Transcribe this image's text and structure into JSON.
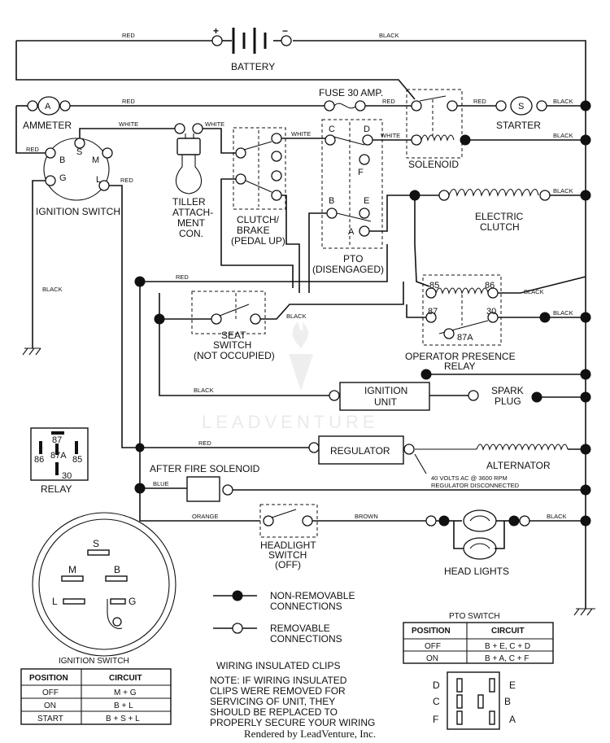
{
  "labels": {
    "battery": "BATTERY",
    "plus": "+",
    "minus": "−",
    "ammeter": "AMMETER",
    "ammeter_sym": "A",
    "fuse": "FUSE 30 AMP.",
    "solenoid": "SOLENOID",
    "starter": "STARTER",
    "starter_sym": "S",
    "ignition_switch": "IGNITION SWITCH",
    "tiller_1": "TILLER",
    "tiller_2": "ATTACH-",
    "tiller_3": "MENT",
    "tiller_4": "CON.",
    "clutch_1": "CLUTCH/",
    "clutch_2": "BRAKE",
    "clutch_3": "(PEDAL UP)",
    "pto_1": "PTO",
    "pto_2": "(DISENGAGED)",
    "electric_clutch_1": "ELECTRIC",
    "electric_clutch_2": "CLUTCH",
    "seat_1": "SEAT",
    "seat_2": "SWITCH",
    "seat_3": "(NOT OCCUPIED)",
    "opr_1": "OPERATOR PRESENCE",
    "opr_2": "RELAY",
    "ignition_unit_1": "IGNITION",
    "ignition_unit_2": "UNIT",
    "spark_1": "SPARK",
    "spark_2": "PLUG",
    "regulator": "REGULATOR",
    "alternator": "ALTERNATOR",
    "alt_note_1": "40 VOLTS AC @ 3600 RPM",
    "alt_note_2": "REGULATOR DISCONNECTED",
    "after_fire": "AFTER FIRE SOLENOID",
    "headlight_1": "HEADLIGHT",
    "headlight_2": "SWITCH",
    "headlight_3": "(OFF)",
    "head_lights": "HEAD LIGHTS",
    "relay": "RELAY",
    "non_removable_1": "NON-REMOVABLE",
    "non_removable_2": "CONNECTIONS",
    "removable_1": "REMOVABLE",
    "removable_2": "CONNECTIONS",
    "wiring_clips": "WIRING INSULATED CLIPS",
    "note_1": "NOTE: IF WIRING INSULATED",
    "note_2": "CLIPS WERE REMOVED FOR",
    "note_3": "SERVICING OF UNIT, THEY",
    "note_4": "SHOULD BE REPLACED TO",
    "note_5": "PROPERLY SECURE YOUR WIRING",
    "footer": "Rendered by LeadVenture, Inc.",
    "watermark": "LEADVENTURE"
  },
  "wire_colors": {
    "red": "RED",
    "black": "BLACK",
    "white": "WHITE",
    "blue": "BLUE",
    "orange": "ORANGE",
    "brown": "BROWN"
  },
  "terminals": {
    "S": "S",
    "M": "M",
    "B": "B",
    "G": "G",
    "L": "L",
    "C": "C",
    "D": "D",
    "F": "F",
    "E": "E",
    "A": "A",
    "r85": "85",
    "r86": "86",
    "r87": "87",
    "r30": "30",
    "r87A": "87A"
  },
  "ignition_table": {
    "title": "IGNITION SWITCH",
    "headers": [
      "POSITION",
      "CIRCUIT"
    ],
    "rows": [
      [
        "OFF",
        "M + G"
      ],
      [
        "ON",
        "B + L"
      ],
      [
        "START",
        "B + S + L"
      ]
    ]
  },
  "pto_table": {
    "title": "PTO SWITCH",
    "headers": [
      "POSITION",
      "CIRCUIT"
    ],
    "rows": [
      [
        "OFF",
        "B + E, C + D"
      ],
      [
        "ON",
        "B + A, C + F"
      ]
    ]
  }
}
